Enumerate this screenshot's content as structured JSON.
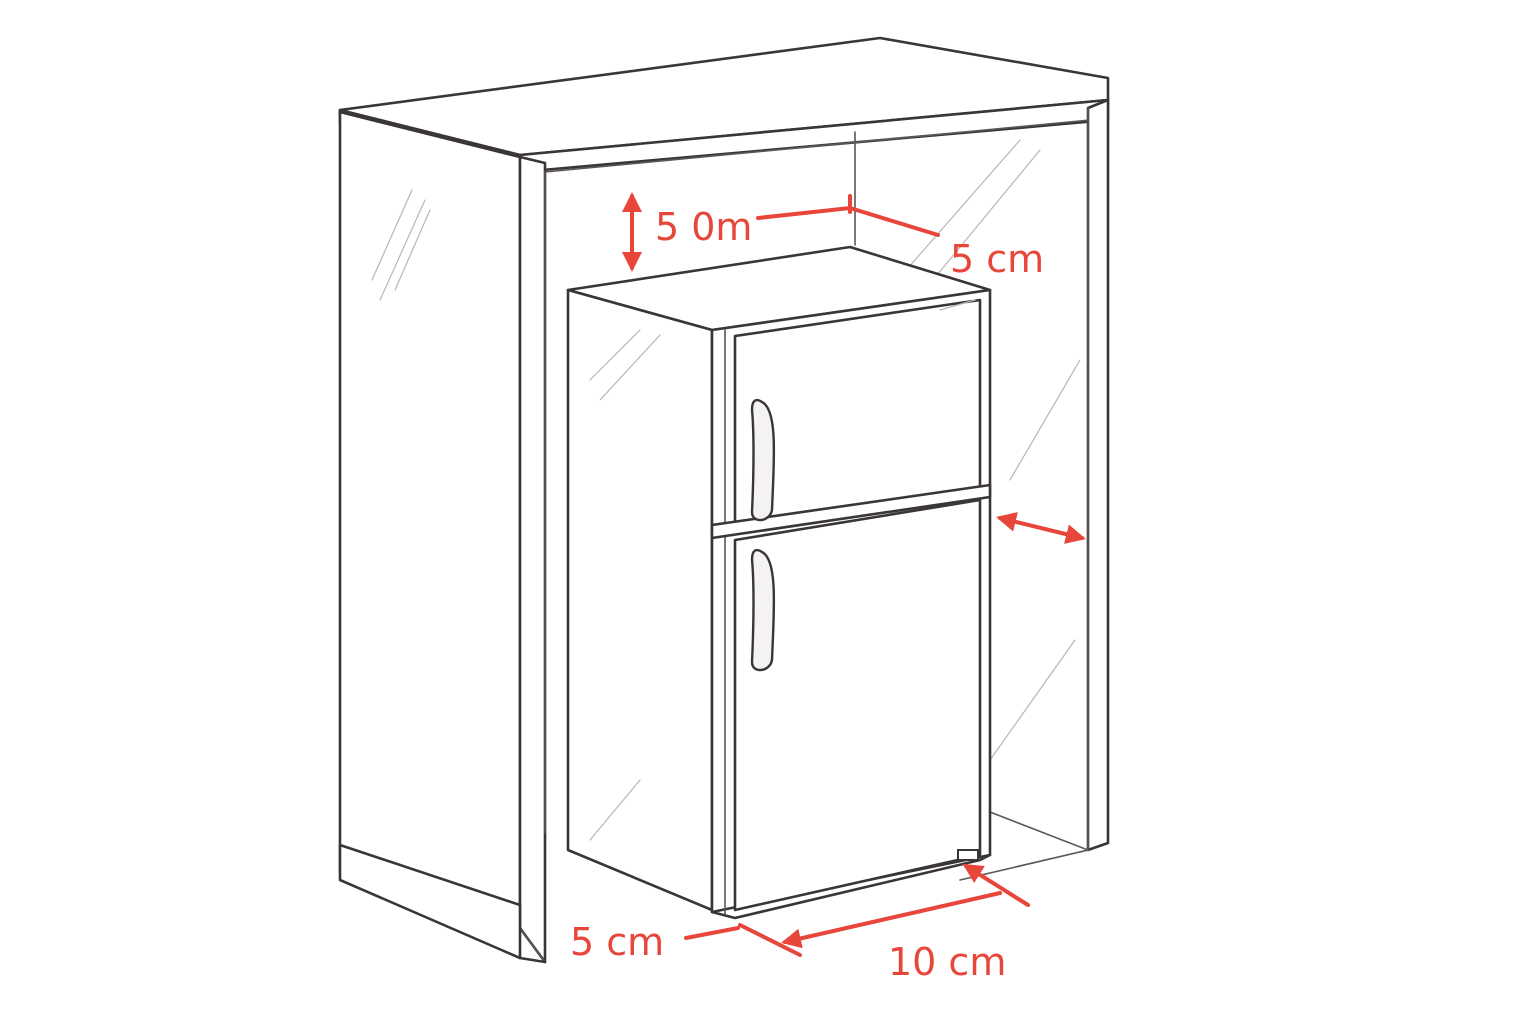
{
  "dimensions": {
    "top_gap_label": "5 0m",
    "back_gap_label": "5 cm",
    "front_left_label": "5 cm",
    "bottom_width_label": "10 cm"
  },
  "colors": {
    "dimension": "#e8463a",
    "line": "#3a3636",
    "background": "#ffffff"
  },
  "icons": [
    "double-arrow-icon"
  ]
}
